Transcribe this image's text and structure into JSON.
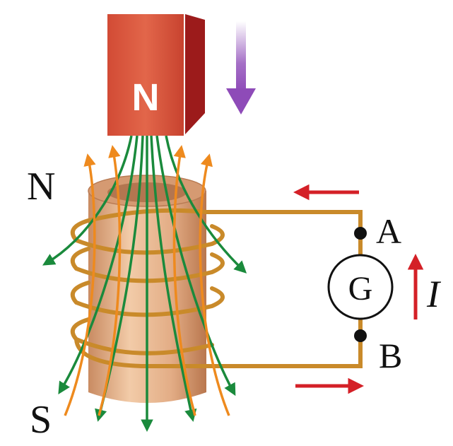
{
  "magnet": {
    "label": "N"
  },
  "coil": {
    "end_top": "N",
    "end_bottom": "S"
  },
  "galvanometer": {
    "label": "G"
  },
  "terminals": {
    "a": "A",
    "b": "B"
  },
  "current": {
    "label": "I"
  },
  "colors": {
    "magnet_front": "#d9543a",
    "magnet_side": "#9c1b1b",
    "motion_arrow": "#8e4bb8",
    "magnet_field_lines": "#1a8a3c",
    "induced_field_lines": "#ee8a1e",
    "coil_wire": "#c98a2a",
    "current_arrows": "#d42027",
    "cylinder": "#e7b58e"
  }
}
